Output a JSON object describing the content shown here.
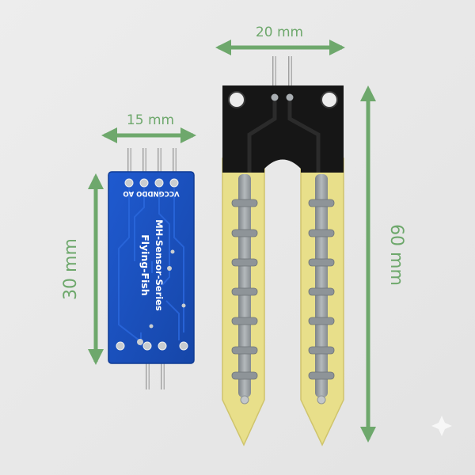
{
  "dimensions": {
    "module_width": "15 mm",
    "module_height": "30 mm",
    "probe_width": "20 mm",
    "probe_length": "60 mm"
  },
  "module_silkscreen": {
    "pins_label": "VCCGNDDO AO",
    "series_label": "MH-Sensor-Series",
    "brand_label": "Flying-Fish"
  },
  "colors": {
    "background": "#e9e9e9",
    "dimension_green": "#6ea86c",
    "module_pcb": "#1b4fb8",
    "probe_black": "#161616",
    "probe_yellow": "#e8df8a",
    "trace_silver": "#9aa0a4"
  }
}
